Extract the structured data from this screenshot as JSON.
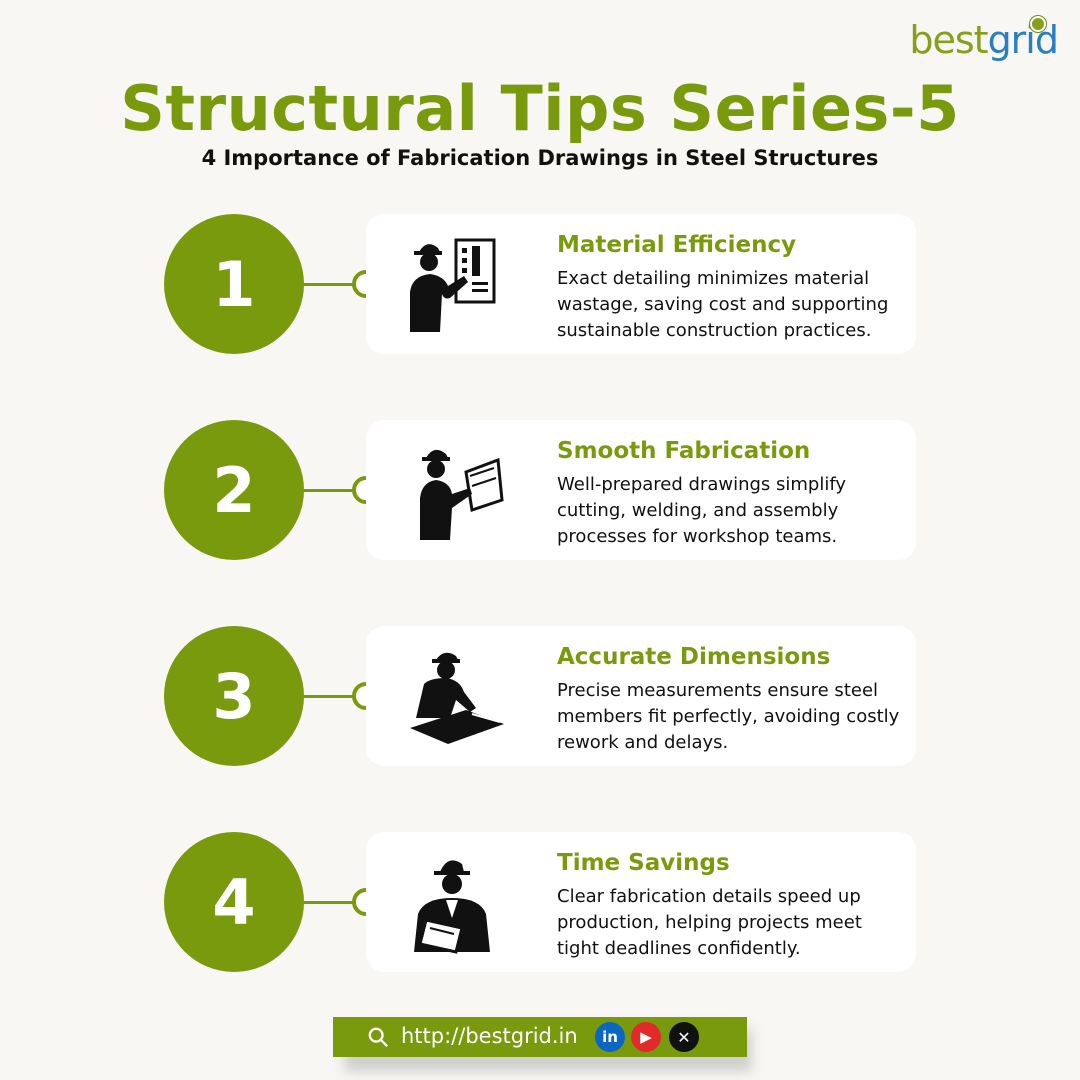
{
  "brand": {
    "best": "best",
    "grid": "grid"
  },
  "header": {
    "title": "Structural Tips Series-5",
    "subtitle": "4 Importance of Fabrication Drawings in Steel Structures"
  },
  "items": [
    {
      "number": "1",
      "title": "Material Efficiency",
      "text": "Exact detailing minimizes material wastage, saving cost and supporting sustainable construction practices.",
      "icon": "engineer-reviewing-board-icon"
    },
    {
      "number": "2",
      "title": "Smooth Fabrication",
      "text": "Well-prepared drawings simplify cutting, welding, and assembly processes for workshop teams.",
      "icon": "engineer-reading-drawing-icon"
    },
    {
      "number": "3",
      "title": "Accurate Dimensions",
      "text": "Precise measurements ensure steel members fit perfectly, avoiding costly rework and delays.",
      "icon": "engineer-drafting-table-icon"
    },
    {
      "number": "4",
      "title": "Time Savings",
      "text": "Clear fabrication details speed up production, helping projects meet tight deadlines confidently.",
      "icon": "engineer-with-clipboard-icon"
    }
  ],
  "footer": {
    "url": "http://bestgrid.in",
    "linkedin": "in",
    "youtube": "▶",
    "x": "✕"
  },
  "colors": {
    "accent": "#7a9a0e",
    "background": "#f8f7f4",
    "card": "#ffffff"
  }
}
